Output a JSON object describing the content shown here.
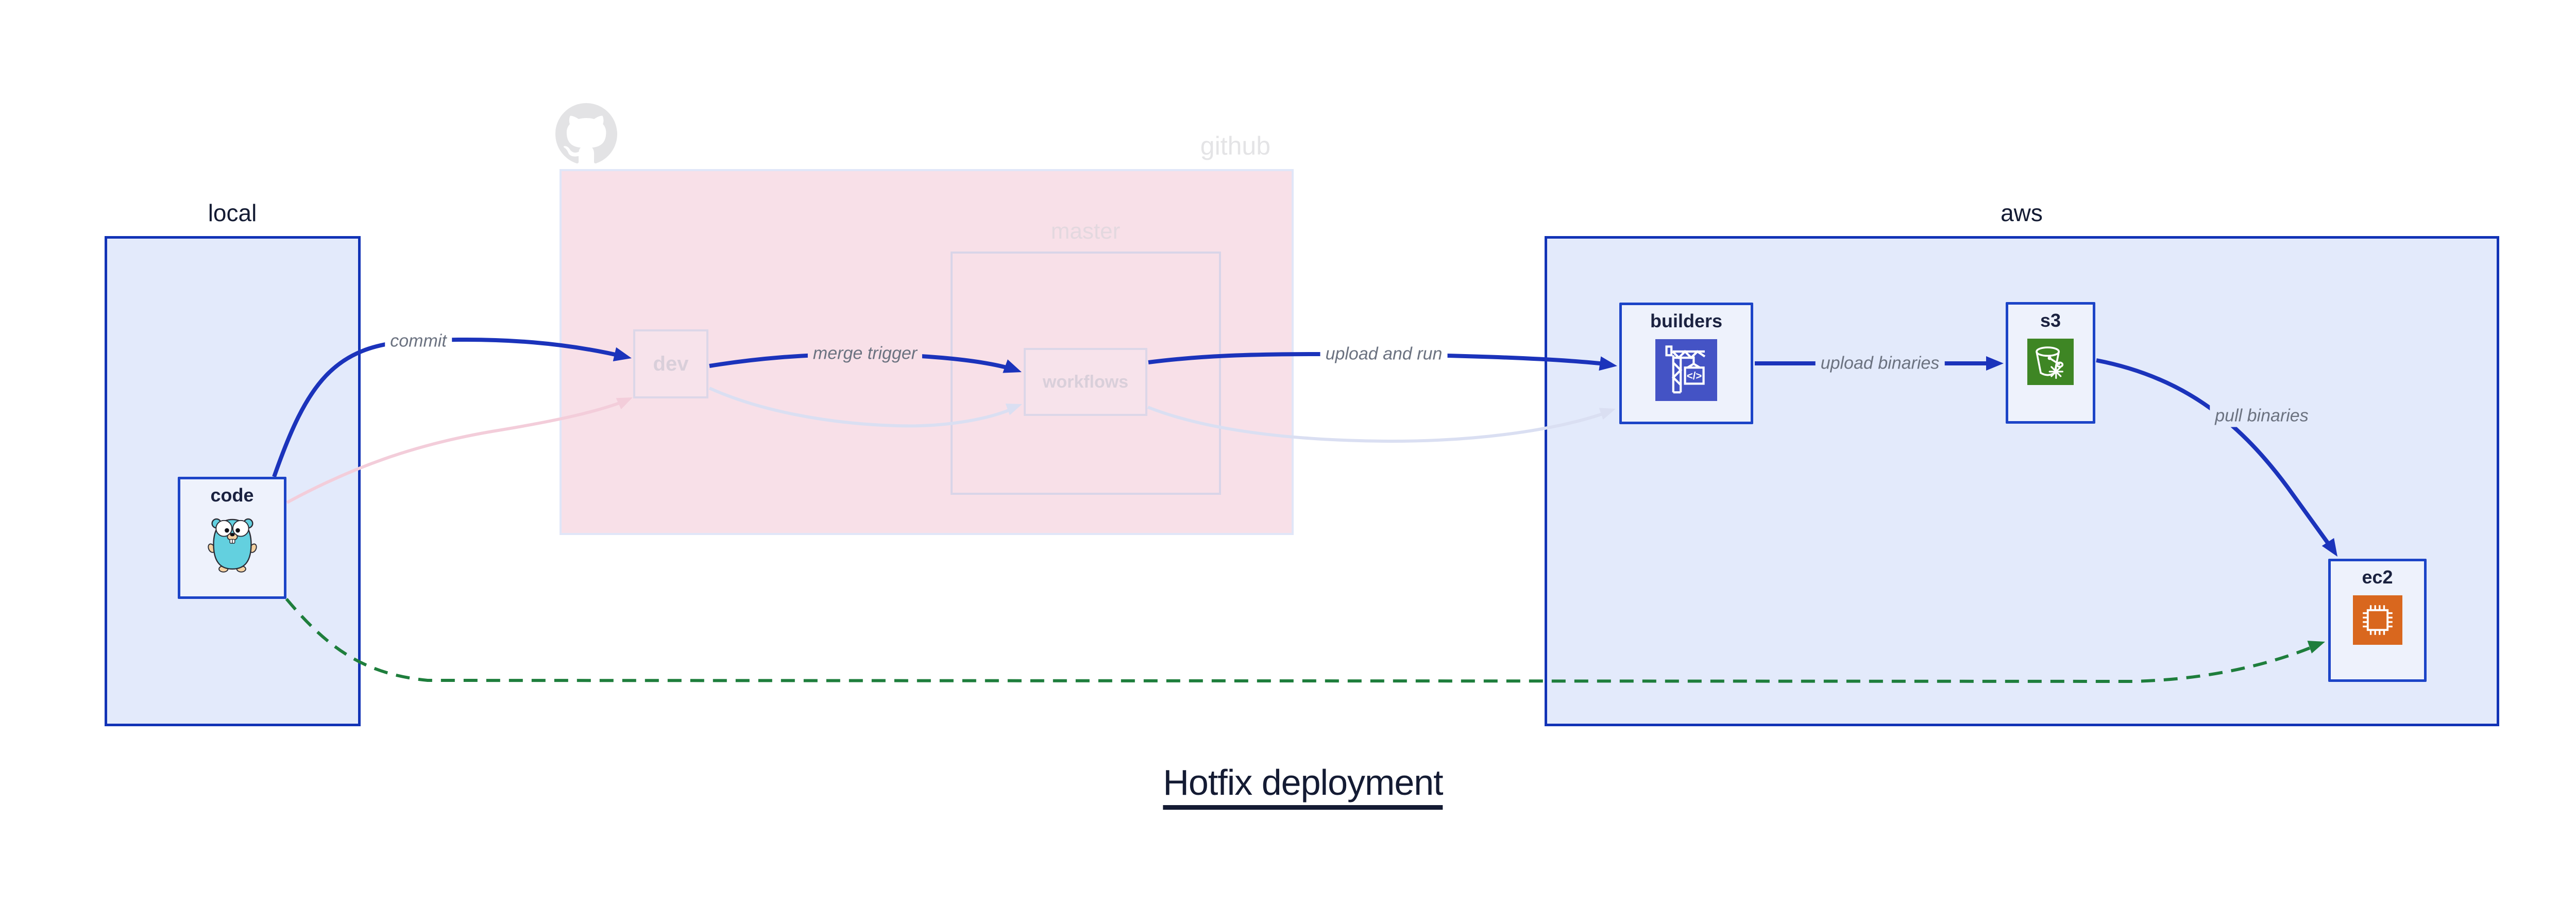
{
  "title": {
    "text": "Hotfix deployment"
  },
  "clusters": {
    "local": {
      "label": "local"
    },
    "github": {
      "label": "github"
    },
    "master": {
      "label": "master"
    },
    "aws": {
      "label": "aws"
    }
  },
  "nodes": {
    "code": {
      "label": "code",
      "icon": "go-gopher-icon"
    },
    "dev": {
      "label": "dev"
    },
    "workflows": {
      "label": "workflows"
    },
    "builders": {
      "label": "builders",
      "icon": "aws-codebuild-crane-icon"
    },
    "s3": {
      "label": "s3",
      "icon": "aws-s3-glacier-bucket-icon"
    },
    "ec2": {
      "label": "ec2",
      "icon": "aws-ec2-chip-icon"
    }
  },
  "edges": {
    "commit": {
      "label": "commit"
    },
    "merge_trigger": {
      "label": "merge trigger"
    },
    "upload_and_run": {
      "label": "upload and run"
    },
    "upload_binaries": {
      "label": "upload binaries"
    },
    "pull_binaries": {
      "label": "pull binaries"
    }
  },
  "icons": {
    "github_logo": "github-octocat-logo",
    "codebuild_glyph": "</>"
  },
  "colors": {
    "cluster_fill_blue": "#e3eafb",
    "cluster_border_blue": "#1233b6",
    "cluster_fill_pink": "#f8e0e8",
    "node_fill": "#eef2fc",
    "node_border": "#1c44c7",
    "edge_blue": "#1b33bb",
    "edge_faded_pink": "#f3cdda",
    "edge_faded_lavender": "#dadff2",
    "edge_green_dashed": "#1e7e3c",
    "label_gray": "#6b7280",
    "text_dark": "#141b33",
    "icon_codebuild_bg": "#4453c5",
    "icon_s3_bg": "#3e8624",
    "icon_ec2_bg": "#d9671e",
    "gopher_teal": "#63d0df"
  }
}
